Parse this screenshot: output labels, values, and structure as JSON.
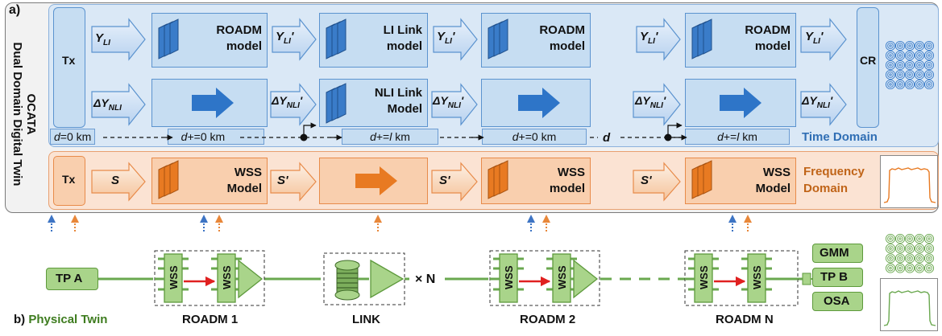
{
  "panel_a": {
    "label": "a)",
    "title_line1": "OCATA",
    "title_line2": "Dual Domain Digital Twin",
    "tx": "Tx",
    "cr": "CR",
    "time_domain": "Time Domain",
    "freq_domain_line1": "Frequency",
    "freq_domain_line2": "Domain",
    "signals": {
      "y_li": "Y",
      "y_li_sub": "LI",
      "y_li_p": "Y",
      "delta_y": "ΔY",
      "nli_sub": "NLI",
      "prime": "'",
      "s": "S",
      "s_p": "S'",
      "d": "d"
    },
    "models": {
      "roadm_1": [
        "ROADM",
        "model"
      ],
      "li_link": [
        "LI Link",
        "model"
      ],
      "roadm_2": [
        "ROADM",
        "model"
      ],
      "roadm_n": [
        "ROADM",
        "model"
      ],
      "nli_link": [
        "NLI Link",
        "Model"
      ],
      "wss_1": [
        "WSS",
        "Model"
      ],
      "wss_2": [
        "WSS",
        "model"
      ],
      "wss_n": [
        "WSS",
        "Model"
      ]
    },
    "distances": [
      "d=0 km",
      "d+=0 km",
      "d+=l km",
      "d+=0 km",
      "d+=l km"
    ]
  },
  "panel_b": {
    "label": "b)",
    "title": "Physical Twin",
    "tp_a": "TP A",
    "tp_b": "TP B",
    "gmm": "GMM",
    "osa": "OSA",
    "wss": "WSS",
    "link": "LINK",
    "times_n": "× N",
    "roadm_labels": [
      "ROADM 1",
      "ROADM 2",
      "ROADM N"
    ]
  },
  "colors": {
    "time_fill": "#dae8f6",
    "freq_fill": "#fbe3d3",
    "phys_fill": "#e3f0d6",
    "blue_arrow": "#2e75c8",
    "orange_arrow": "#e87a22",
    "green": "#6aa84f",
    "red": "#e02020"
  }
}
